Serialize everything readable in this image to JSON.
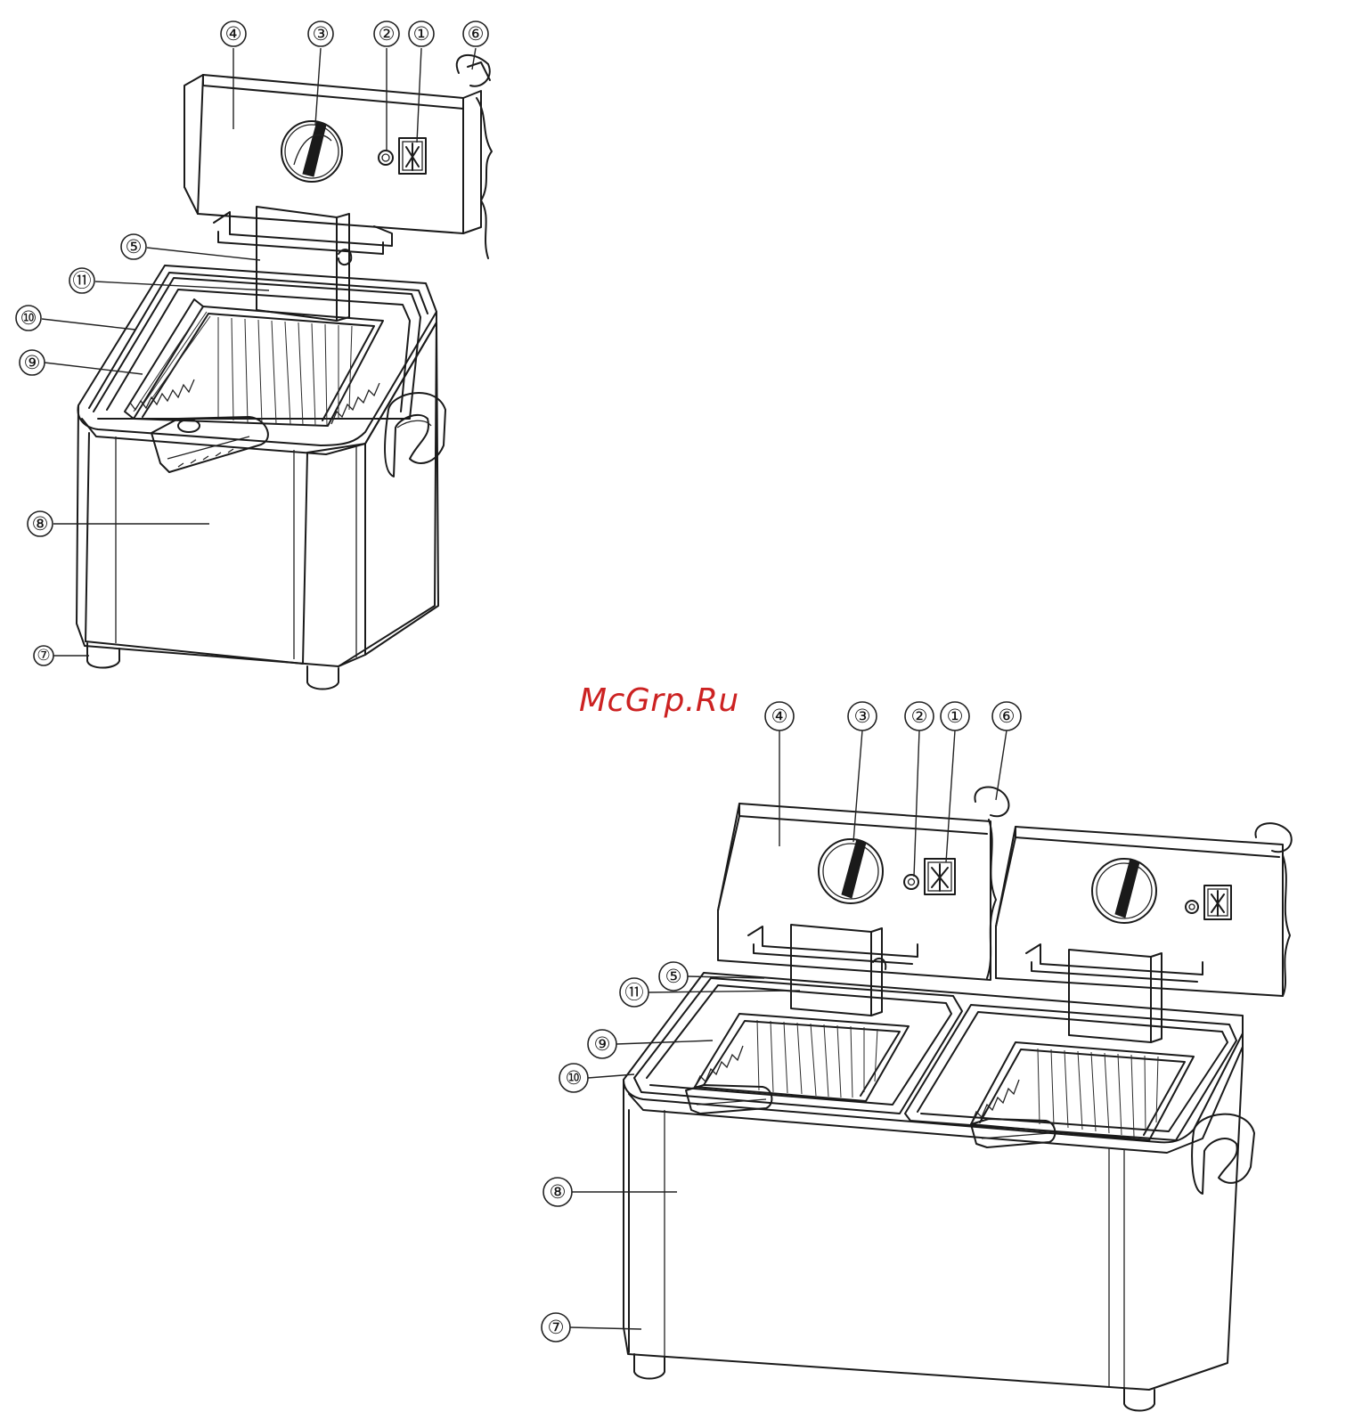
{
  "watermark": "McGrp.Ru",
  "single_fryer": {
    "callouts": [
      "④",
      "③",
      "②",
      "①",
      "⑥",
      "⑤",
      "⑪",
      "⑩",
      "⑨",
      "⑧",
      "⑦"
    ]
  },
  "double_fryer": {
    "callouts": [
      "④",
      "③",
      "②",
      "①",
      "⑥",
      "⑤",
      "⑪",
      "⑨",
      "⑩",
      "⑧",
      "⑦"
    ]
  }
}
